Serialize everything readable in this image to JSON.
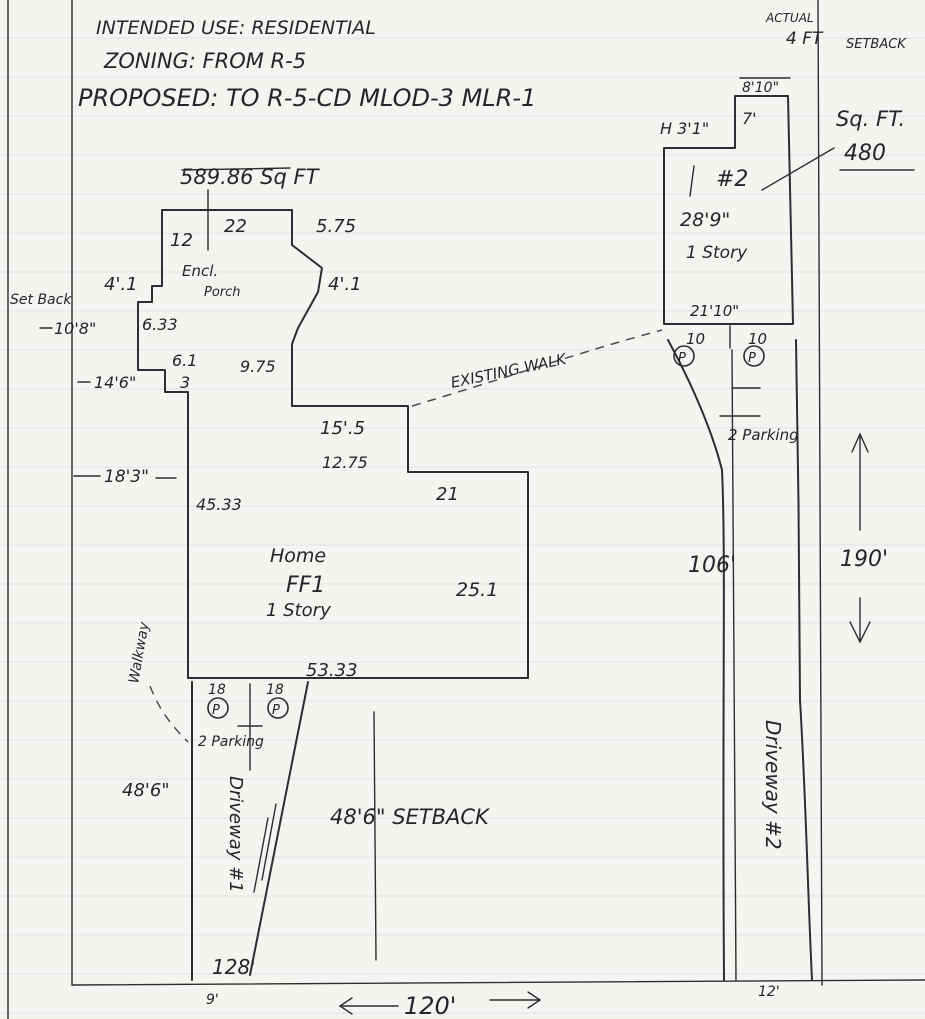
{
  "header": {
    "line1": "INTENDED USE: RESIDENTIAL",
    "line2": "ZONING: FROM R-5",
    "line3": "PROPOSED: TO R-5-CD MLOD-3 MLR-1"
  },
  "home": {
    "area": "589.86 Sq FT",
    "d_12": "12",
    "d_22": "22",
    "d_575": "5.75",
    "d_41": "4'.1",
    "d_41b": "4'.1",
    "d_633": "6.33",
    "d_61": "6.1",
    "d_3": "3",
    "d_975": "9.75",
    "d_155": "15'.5",
    "d_1275": "12.75",
    "d_21": "21",
    "d_4533": "45.33",
    "d_251": "25.1",
    "d_5333": "53.33",
    "porch_line1": "Encl.",
    "porch_line2": "Porch",
    "name": "Home",
    "ff": "FF1",
    "story": "1 Story",
    "setback_label": "Set Back",
    "sb_108": "10'8\"",
    "sb_146": "14'6\"",
    "sb_183": "18'3\""
  },
  "unit2": {
    "actual_label": "ACTUAL",
    "actual_value": "4 FT",
    "actual_setback": "SETBACK",
    "sqft_label": "Sq. FT.",
    "sqft_value": "480",
    "top_width": "8'10\"",
    "h_label": "H 3'1\"",
    "h_7": "7'",
    "number": "#2",
    "depth": "28'9\"",
    "story": "1 Story",
    "width": "21'10\"",
    "d_10a": "10",
    "d_10b": "10"
  },
  "lot": {
    "existing_walk": "EXISTING WALK",
    "parking2": "2 Parking",
    "parking1": "2 Parking",
    "d_106": "106'",
    "d_190": "190'",
    "d_18a": "18",
    "d_18b": "18",
    "walkway": "Walkway",
    "setback_486": "48'6\"",
    "setback_text": "48'6\" SETBACK",
    "driveway1": "Driveway #1",
    "driveway2": "Driveway #2",
    "d_128": "128'",
    "d_9": "9'",
    "d_120": "120'",
    "d_12": "12'",
    "p_symbol": "P"
  }
}
